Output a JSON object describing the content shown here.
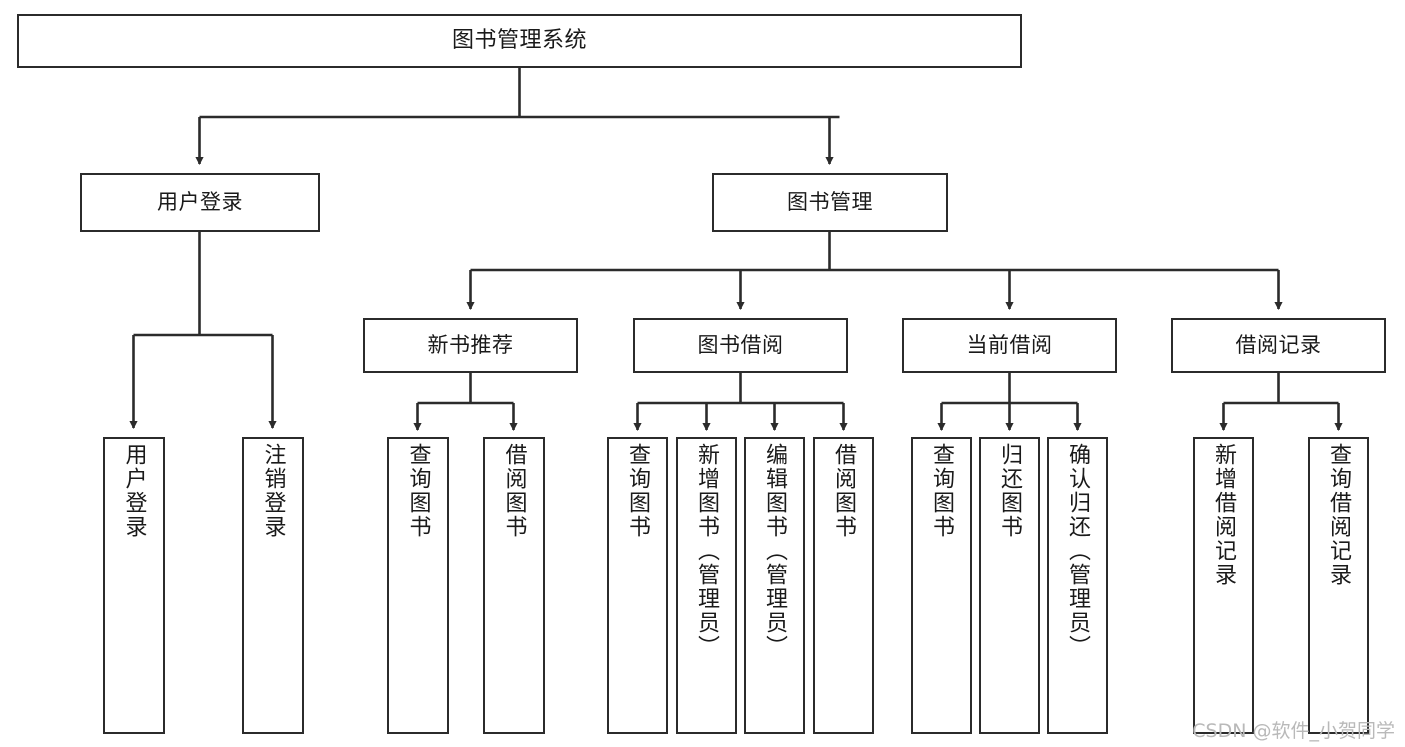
{
  "diagram": {
    "title": "图书管理系统",
    "type": "tree-hierarchy-chart",
    "stroke_color": "#2b2b2b",
    "text_color": "#1a1a1a",
    "background_color": "#ffffff"
  },
  "nodes": {
    "root": {
      "label": "图书管理系统"
    },
    "level2": [
      {
        "label": "用户登录"
      },
      {
        "label": "图书管理"
      }
    ],
    "level3": [
      {
        "label": "新书推荐"
      },
      {
        "label": "图书借阅"
      },
      {
        "label": "当前借阅"
      },
      {
        "label": "借阅记录"
      }
    ],
    "leaves": {
      "user_login": [
        {
          "label": "用户登录"
        },
        {
          "label": "注销登录"
        }
      ],
      "new_book_recommend": [
        {
          "label": "查询图书"
        },
        {
          "label": "借阅图书"
        }
      ],
      "book_borrow": [
        {
          "label": "查询图书"
        },
        {
          "label": "新增图书（管理员）"
        },
        {
          "label": "编辑图书（管理员）"
        },
        {
          "label": "借阅图书"
        }
      ],
      "current_borrow": [
        {
          "label": "查询图书"
        },
        {
          "label": "归还图书"
        },
        {
          "label": "确认归还（管理员）"
        }
      ],
      "borrow_record": [
        {
          "label": "新增借阅记录"
        },
        {
          "label": "查询借阅记录"
        }
      ]
    }
  },
  "watermark": {
    "text": "CSDN @软件_小贺同学"
  }
}
